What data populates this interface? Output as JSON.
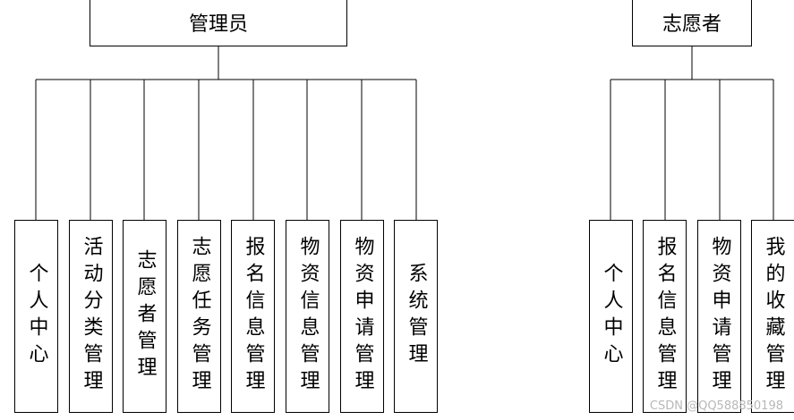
{
  "admin": {
    "title": "管理员",
    "modules": [
      "个人中心",
      "活动分类管理",
      "志愿者管理",
      "志愿任务管理",
      "报名信息管理",
      "物资信息管理",
      "物资申请管理",
      "系统管理"
    ]
  },
  "volunteer": {
    "title": "志愿者",
    "modules": [
      "个人中心",
      "报名信息管理",
      "物资申请管理",
      "我的收藏管理"
    ]
  },
  "watermark": "CSDN @QQ588850198"
}
